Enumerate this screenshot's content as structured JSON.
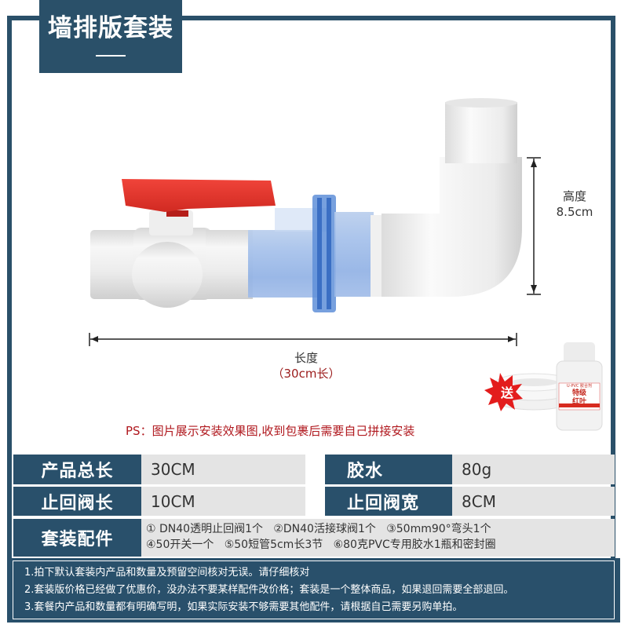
{
  "header": {
    "title": "墙排版套装"
  },
  "product_image": {
    "description": "PVC wall drain kit: ball valve with red handle, transparent blue check valve, white 90° elbow",
    "height_label": "高度",
    "height_value": "8.5cm",
    "length_label": "长度",
    "length_value": "（30cm长）",
    "colors": {
      "handle": "#e8322b",
      "pipe": "#f2f2f2",
      "clear_valve": "#8fb4e8"
    }
  },
  "gift": {
    "badge": "送",
    "badge_color": "#e31c1c",
    "bottle_label_line1": "U-PVC 胶合剂",
    "bottle_label_line2": "特级",
    "bottle_label_line3": "红叶"
  },
  "notice": "PS：图片展示安装效果图,收到包裹后需要自己拼接安装",
  "specs": {
    "rows": [
      {
        "label": "产品总长",
        "value": "30CM",
        "label2": "胶水",
        "value2": "80g"
      },
      {
        "label": "止回阀长",
        "value": "10CM",
        "label2": "止回阀宽",
        "value2": "8CM"
      }
    ],
    "accessories": {
      "label": "套装配件",
      "line1": "① DN40透明止回阀1个   ②DN40活接球阀1个   ③50mm90°弯头1个",
      "line2": "④50开关一个   ⑤50短管5cm长3节   ⑥80克PVC专用胶水1瓶和密封圈"
    }
  },
  "notes": [
    "1.拍下默认套装内产品和数量及预留空间核对无误。请仔细核对",
    "2.套装版价格已经做了优惠价，没办法不要某样配件改价格；套装是一个整体商品，如果退回需要全部退回。",
    "3.套餐内产品和数量都有明确写明，如果实际安装不够需要其他配件，请根据自己需要另购单拍。"
  ],
  "theme": {
    "primary": "#29506b",
    "cell_bg": "#e4e4e4",
    "accent_red": "#b0181e"
  }
}
